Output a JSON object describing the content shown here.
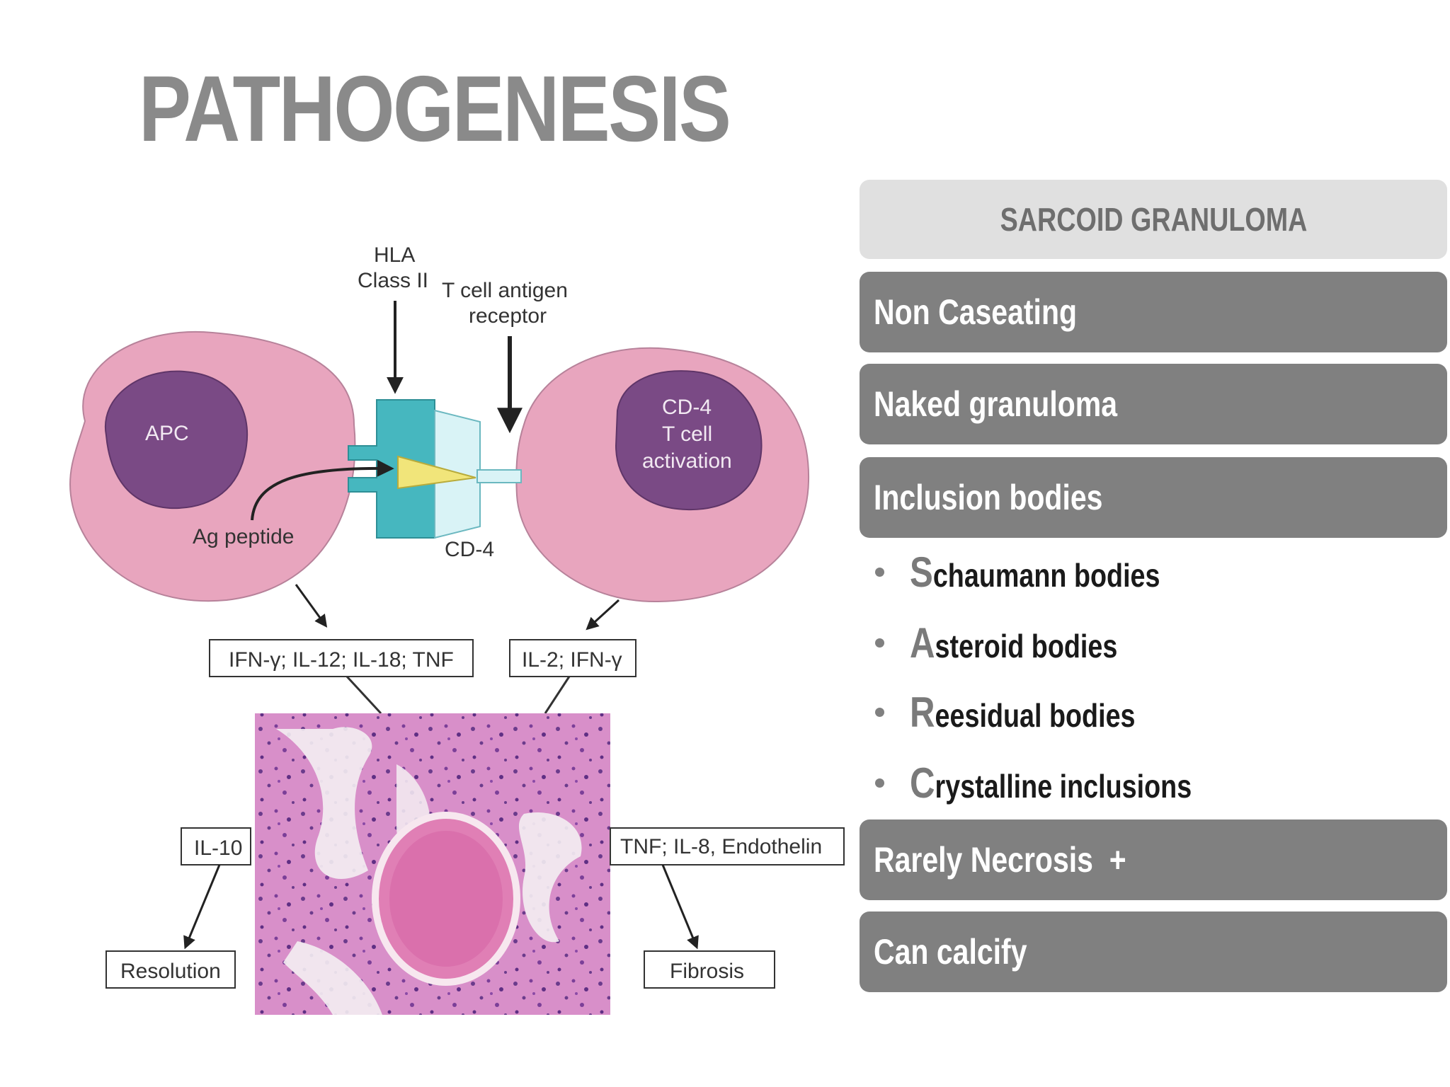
{
  "slide_title": "PATHOGENESIS",
  "diagram": {
    "hla_label_1": "HLA",
    "hla_label_2": "Class II",
    "tcr_label_1": "T cell antigen",
    "tcr_label_2": "receptor",
    "apc_label": "APC",
    "tcell_label_1": "CD-4",
    "tcell_label_2": "T cell",
    "tcell_label_3": "activation",
    "ag_peptide_label": "Ag peptide",
    "cd4_label": "CD-4",
    "cytokines_apc": "IFN-γ; IL-12; IL-18; TNF",
    "cytokines_tcell": "IL-2; IFN-γ",
    "il10_label": "IL-10",
    "tnf_label": "TNF; IL-8, Endothelin",
    "resolution_label": "Resolution",
    "fibrosis_label": "Fibrosis"
  },
  "panel": {
    "header": "SARCOID GRANULOMA",
    "items": [
      "Non Caseating",
      "Naked granuloma",
      "Inclusion bodies"
    ],
    "sub_items": [
      {
        "initial": "S",
        "rest": "chaumann bodies"
      },
      {
        "initial": "A",
        "rest": "steroid bodies"
      },
      {
        "initial": "R",
        "rest": "eesidual bodies"
      },
      {
        "initial": "C",
        "rest": "rystalline inclusions"
      }
    ],
    "items_after": [
      "Rarely Necrosis  +",
      "Can calcify"
    ]
  },
  "colors": {
    "title": "#8a8a8a",
    "header_bg": "#e0e0e0",
    "bar_bg": "#808080",
    "cell_pink": "#e8a5be",
    "nucleus_purple": "#7a4a85",
    "mhc_teal": "#46b7bf",
    "peptide_yellow": "#f1e57a"
  }
}
